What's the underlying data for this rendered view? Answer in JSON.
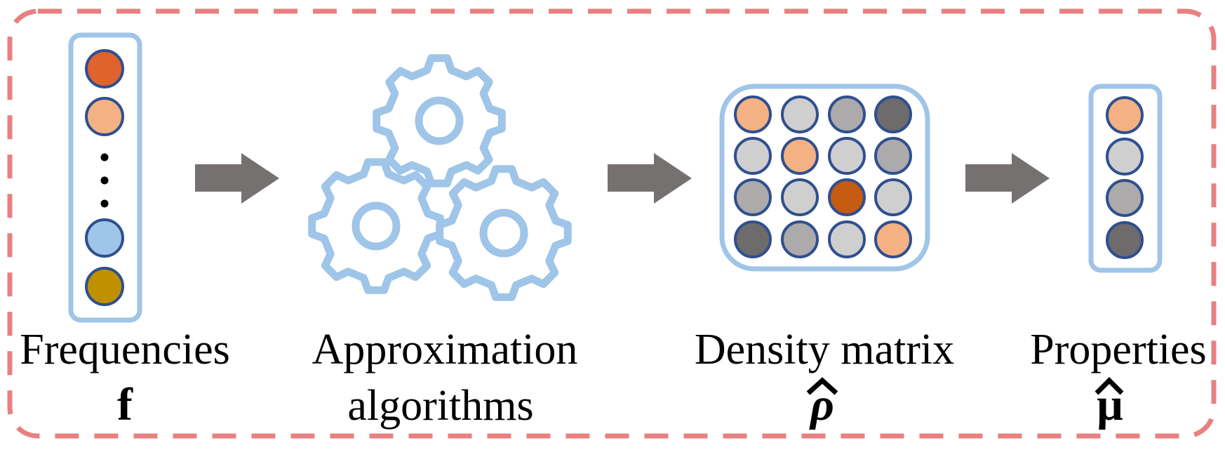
{
  "stages": [
    {
      "label": "Frequencies",
      "symbol": "f"
    },
    {
      "label_line1": "Approximation",
      "label_line2": "algorithms"
    },
    {
      "label": "Density matrix",
      "symbol": "ρ"
    },
    {
      "label": "Properties",
      "symbol": "μ"
    }
  ],
  "colors": {
    "frame_dash": "#e88080",
    "box_border": "#9fc5e8",
    "circle_border": "#2f4f8f",
    "arrow": "#767171",
    "gear": "#9fc5e8",
    "dots": "#000000"
  },
  "frequency_vector": [
    "#e0622d",
    "#f4b183",
    "dots",
    "#9fc5e8",
    "#bf9000"
  ],
  "density_matrix": [
    [
      "#f4b183",
      "#d0cfd0",
      "#acaaab",
      "#6d6b6c"
    ],
    [
      "#d0cfd0",
      "#f4b183",
      "#d0cfd0",
      "#acaaab"
    ],
    [
      "#acaaab",
      "#d0cfd0",
      "#c55a11",
      "#d0cfd0"
    ],
    [
      "#6d6b6c",
      "#acaaab",
      "#d0cfd0",
      "#f4b183"
    ]
  ],
  "properties_vector": [
    "#f4b183",
    "#d0cfd0",
    "#acaaab",
    "#6d6b6c"
  ]
}
